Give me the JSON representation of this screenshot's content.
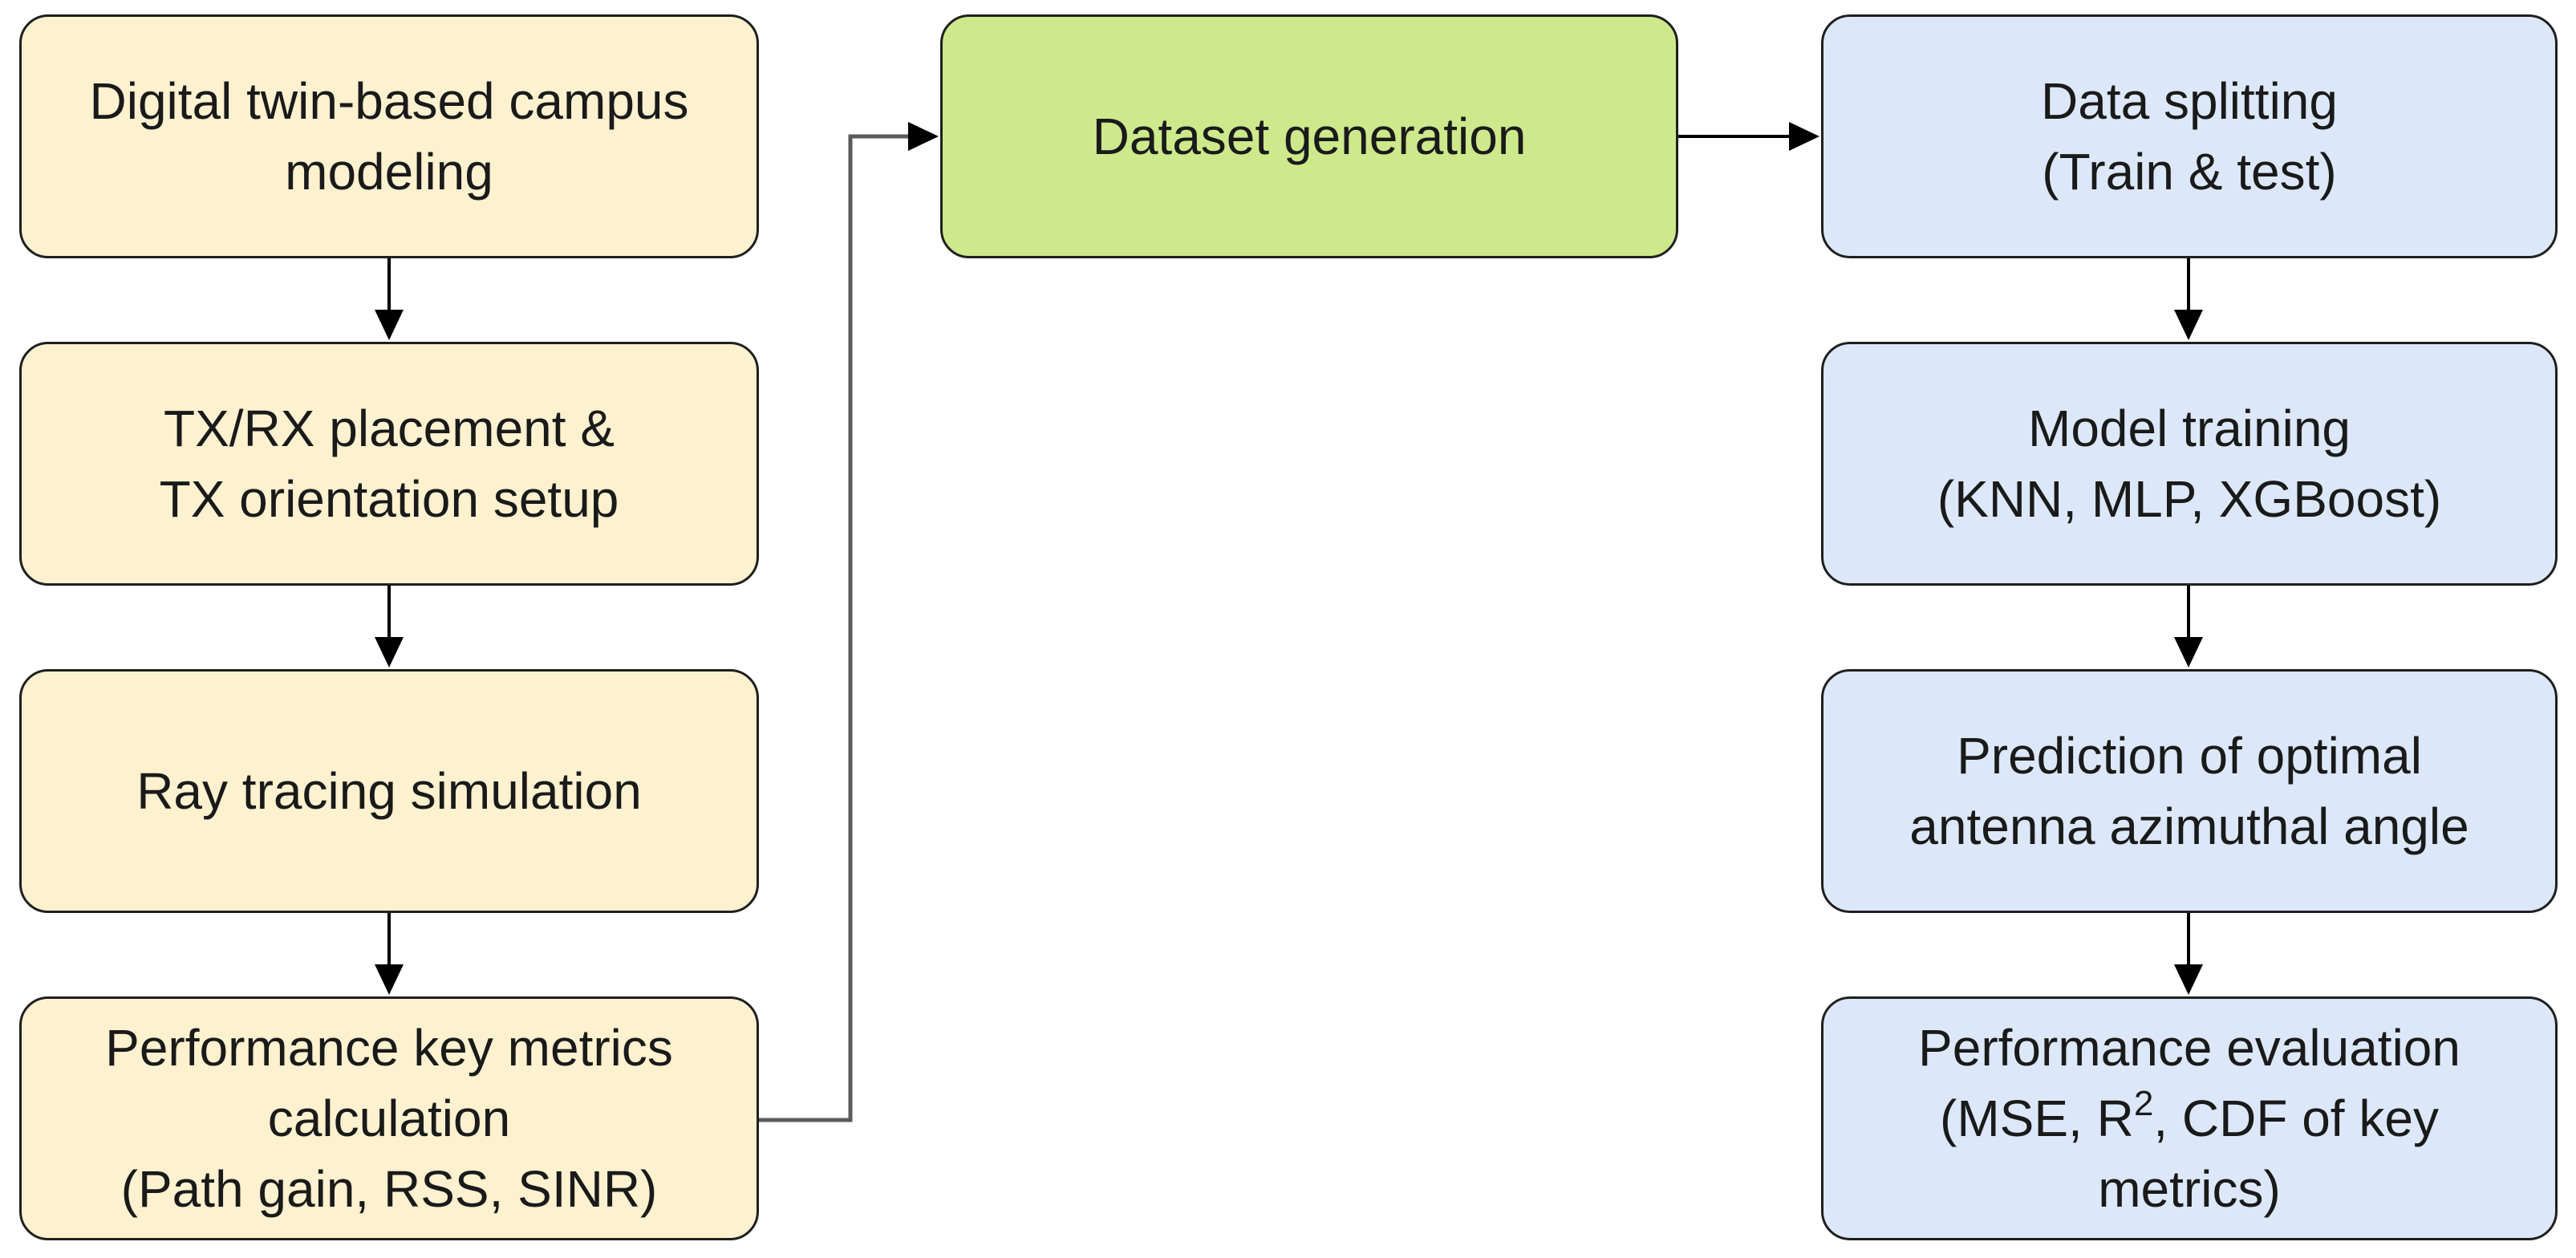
{
  "diagram": {
    "left_column": {
      "campus_modeling": {
        "lines": [
          "Digital twin-based campus",
          "modeling"
        ]
      },
      "placement": {
        "lines": [
          "TX/RX placement &",
          "TX orientation setup"
        ]
      },
      "ray_tracing": {
        "lines": [
          "Ray tracing simulation"
        ]
      },
      "metrics_calculation": {
        "lines": [
          "Performance key metrics",
          "calculation",
          "(Path gain, RSS, SINR)"
        ]
      }
    },
    "middle": {
      "dataset_generation": {
        "lines": [
          "Dataset generation"
        ]
      }
    },
    "right_column": {
      "data_splitting": {
        "lines": [
          "Data splitting",
          "(Train & test)"
        ]
      },
      "model_training": {
        "lines": [
          "Model training",
          "(KNN, MLP, XGBoost)"
        ]
      },
      "prediction": {
        "lines": [
          "Prediction of optimal",
          "antenna azimuthal angle"
        ]
      },
      "evaluation": {
        "line1": "Performance evaluation",
        "line2_prefix": "(MSE, R",
        "line2_superscript": "2",
        "line2_suffix": ", CDF of key",
        "line3": "metrics)"
      }
    },
    "colors": {
      "data_preparation_fill": "#fef1cf",
      "dataset_fill": "#cde98c",
      "learning_fill": "#dce8f9",
      "border": "#1f1f1f",
      "connector": "#000000",
      "elbow_connector": "#5a5a5a"
    }
  }
}
